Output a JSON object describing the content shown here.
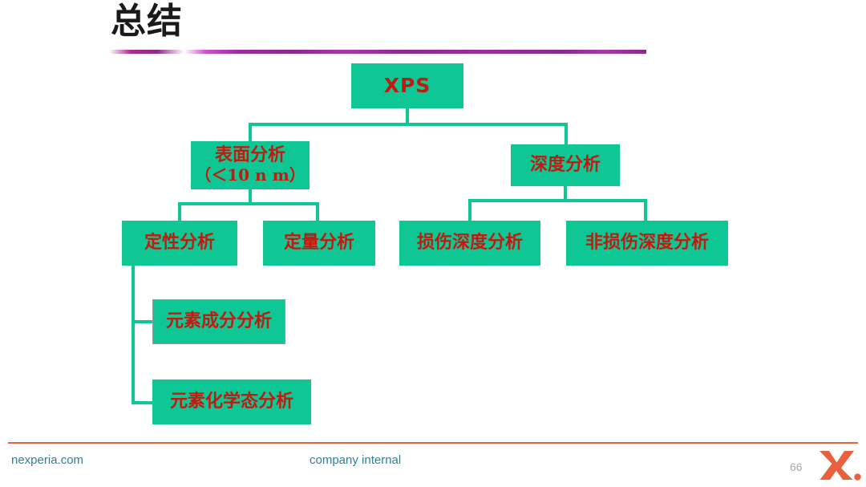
{
  "slide": {
    "title": "总结",
    "page_number": "66",
    "accent_green": "#0fc794",
    "accent_red": "#c31a10",
    "accent_purple": "#8d2790",
    "accent_orange": "#e8603c",
    "footer_text_color": "#2f7f9b"
  },
  "diagram": {
    "type": "tree",
    "nodes": {
      "root": "XPS",
      "surface_line1": "表面分析",
      "surface_line2": "（＜10 n m）",
      "depth": "深度分析",
      "qualitative": "定性分析",
      "quantitative": "定量分析",
      "destructive_depth": "损伤深度分析",
      "nondestructive_depth": "非损伤深度分析",
      "element_composition": "元素成分分析",
      "element_chemical_state": "元素化学态分析"
    }
  },
  "footer": {
    "site": "nexperia.com",
    "classification": "company internal",
    "logo": "nexperia-x-logo"
  }
}
